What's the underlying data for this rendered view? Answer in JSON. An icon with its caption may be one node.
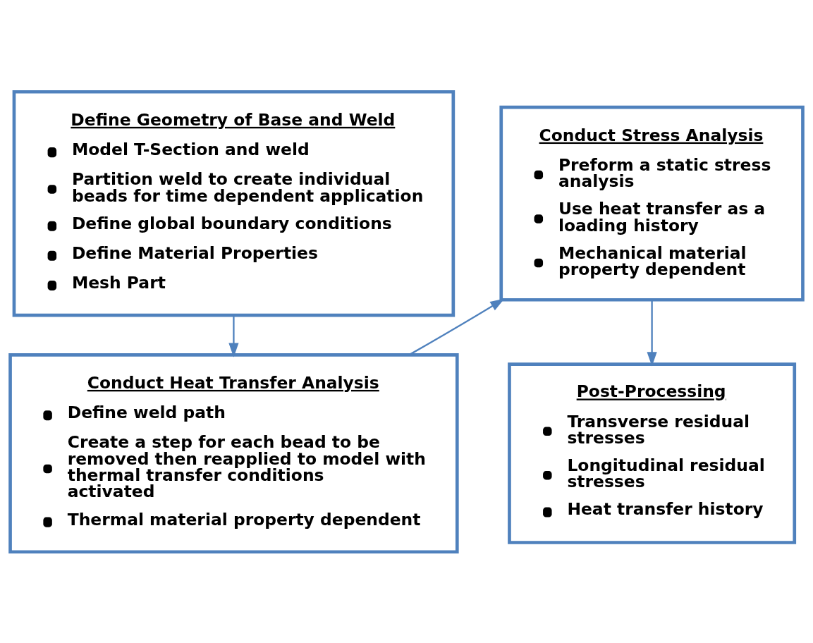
{
  "diagram": {
    "nodes": [
      {
        "text": [
          "Define Geometry of Base and Weld",
          "Model T-Section and weld",
          "Partition weld to create individual beads for time dependent application",
          "Define global boundary conditions",
          "Define Material Properties",
          "Mesh Part"
        ]
      },
      {
        "text": [
          "Conduct Heat Transfer Analysis",
          "Define weld path",
          "Create a step for each bead to be removed then reapplied to model with thermal transfer conditions activated",
          "Thermal material property dependent"
        ]
      },
      {
        "text": [
          "Conduct Stress Analysis",
          "Preform a static stress analysis",
          "Use heat transfer as a loading history",
          "Mechanical material property dependent"
        ]
      },
      {
        "text": [
          "Post-Processing",
          "Transverse residual stresses",
          "Longitudinal residual stresses",
          "Heat transfer history"
        ]
      }
    ],
    "edges": [
      {
        "from": 0,
        "to": 1,
        "arrow": "to"
      },
      {
        "from": 1,
        "to": 2,
        "arrow": "to"
      },
      {
        "from": 2,
        "to": 3,
        "arrow": "to"
      }
    ]
  }
}
